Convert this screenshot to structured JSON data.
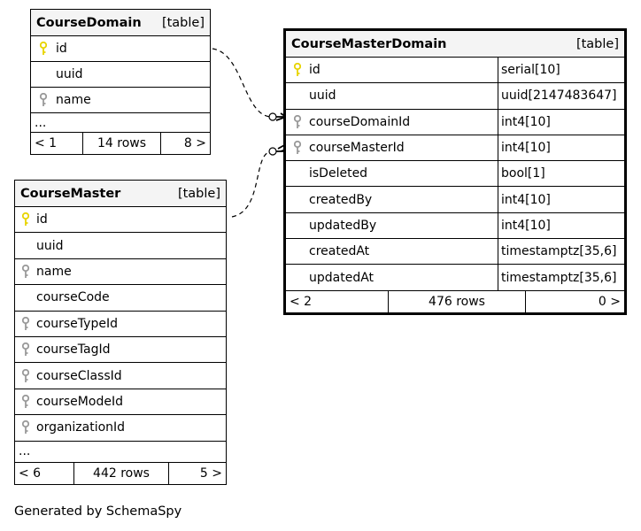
{
  "tables": {
    "course_domain": {
      "name": "CourseDomain",
      "tag": "[table]",
      "columns": [
        {
          "name": "id",
          "key": "primary"
        },
        {
          "name": "uuid",
          "key": "none"
        },
        {
          "name": "name",
          "key": "index"
        }
      ],
      "ellipsis": "...",
      "footer": {
        "parents": "< 1",
        "rows": "14 rows",
        "children": "8 >"
      }
    },
    "course_master": {
      "name": "CourseMaster",
      "tag": "[table]",
      "columns": [
        {
          "name": "id",
          "key": "primary"
        },
        {
          "name": "uuid",
          "key": "none"
        },
        {
          "name": "name",
          "key": "index"
        },
        {
          "name": "courseCode",
          "key": "none"
        },
        {
          "name": "courseTypeId",
          "key": "index"
        },
        {
          "name": "courseTagId",
          "key": "index"
        },
        {
          "name": "courseClassId",
          "key": "index"
        },
        {
          "name": "courseModeId",
          "key": "index"
        },
        {
          "name": "organizationId",
          "key": "index"
        }
      ],
      "ellipsis": "...",
      "footer": {
        "parents": "< 6",
        "rows": "442 rows",
        "children": "5 >"
      }
    },
    "course_master_domain": {
      "name": "CourseMasterDomain",
      "tag": "[table]",
      "columns": [
        {
          "name": "id",
          "type": "serial[10]",
          "key": "primary"
        },
        {
          "name": "uuid",
          "type": "uuid[2147483647]",
          "key": "none"
        },
        {
          "name": "courseDomainId",
          "type": "int4[10]",
          "key": "index"
        },
        {
          "name": "courseMasterId",
          "type": "int4[10]",
          "key": "index"
        },
        {
          "name": "isDeleted",
          "type": "bool[1]",
          "key": "none"
        },
        {
          "name": "createdBy",
          "type": "int4[10]",
          "key": "none"
        },
        {
          "name": "updatedBy",
          "type": "int4[10]",
          "key": "none"
        },
        {
          "name": "createdAt",
          "type": "timestamptz[35,6]",
          "key": "none"
        },
        {
          "name": "updatedAt",
          "type": "timestamptz[35,6]",
          "key": "none"
        }
      ],
      "footer": {
        "parents": "< 2",
        "rows": "476 rows",
        "children": "0 >"
      }
    }
  },
  "colors": {
    "primary_key": "#e8d400",
    "index_key": "#9a9a9a",
    "header_bg": "#f4f4f4"
  },
  "footer_text": "Generated by SchemaSpy"
}
